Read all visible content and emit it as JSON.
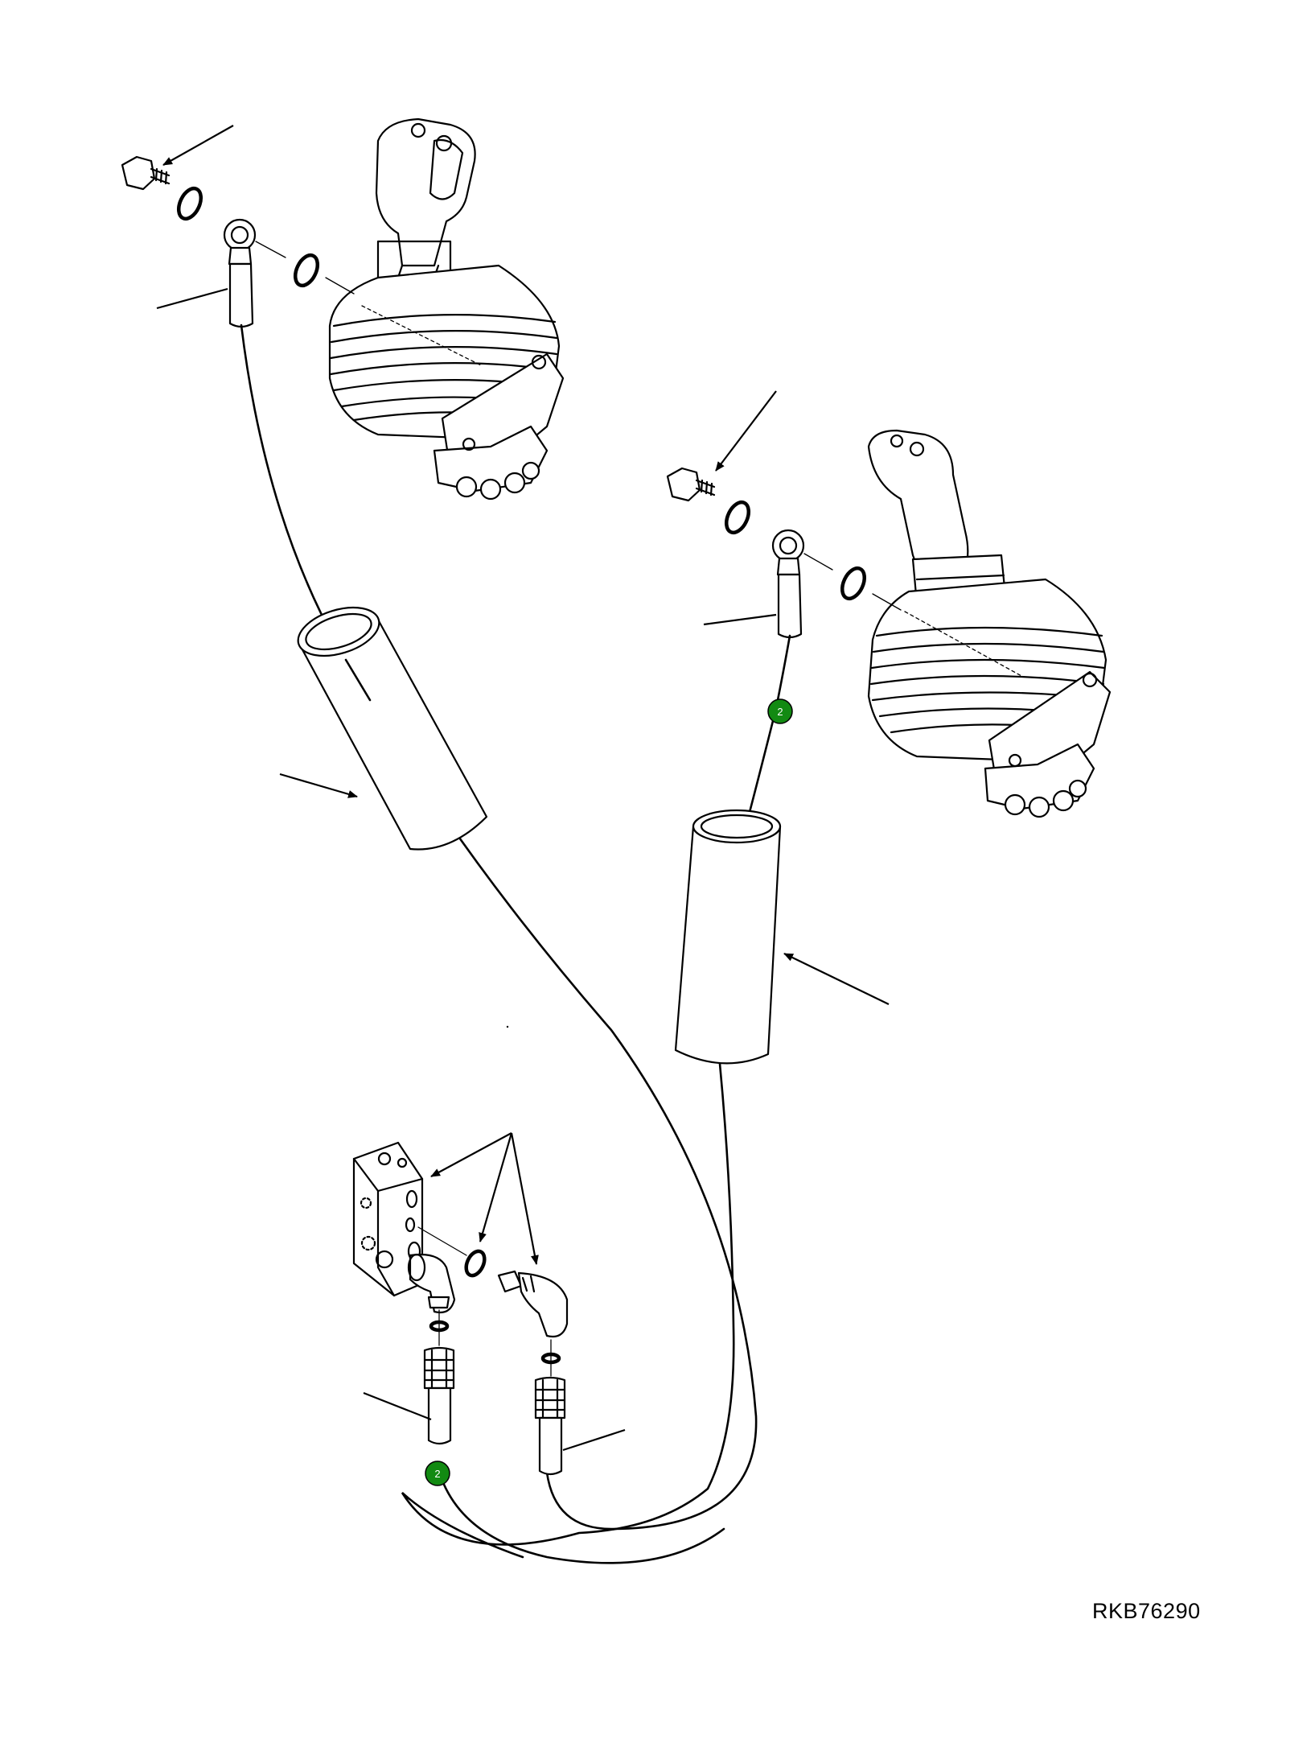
{
  "figure": {
    "reference_code": "RKB76290",
    "callout_badges": [
      {
        "label": "2",
        "color": "#128a12"
      },
      {
        "label": "2",
        "color": "#128a12"
      }
    ]
  }
}
